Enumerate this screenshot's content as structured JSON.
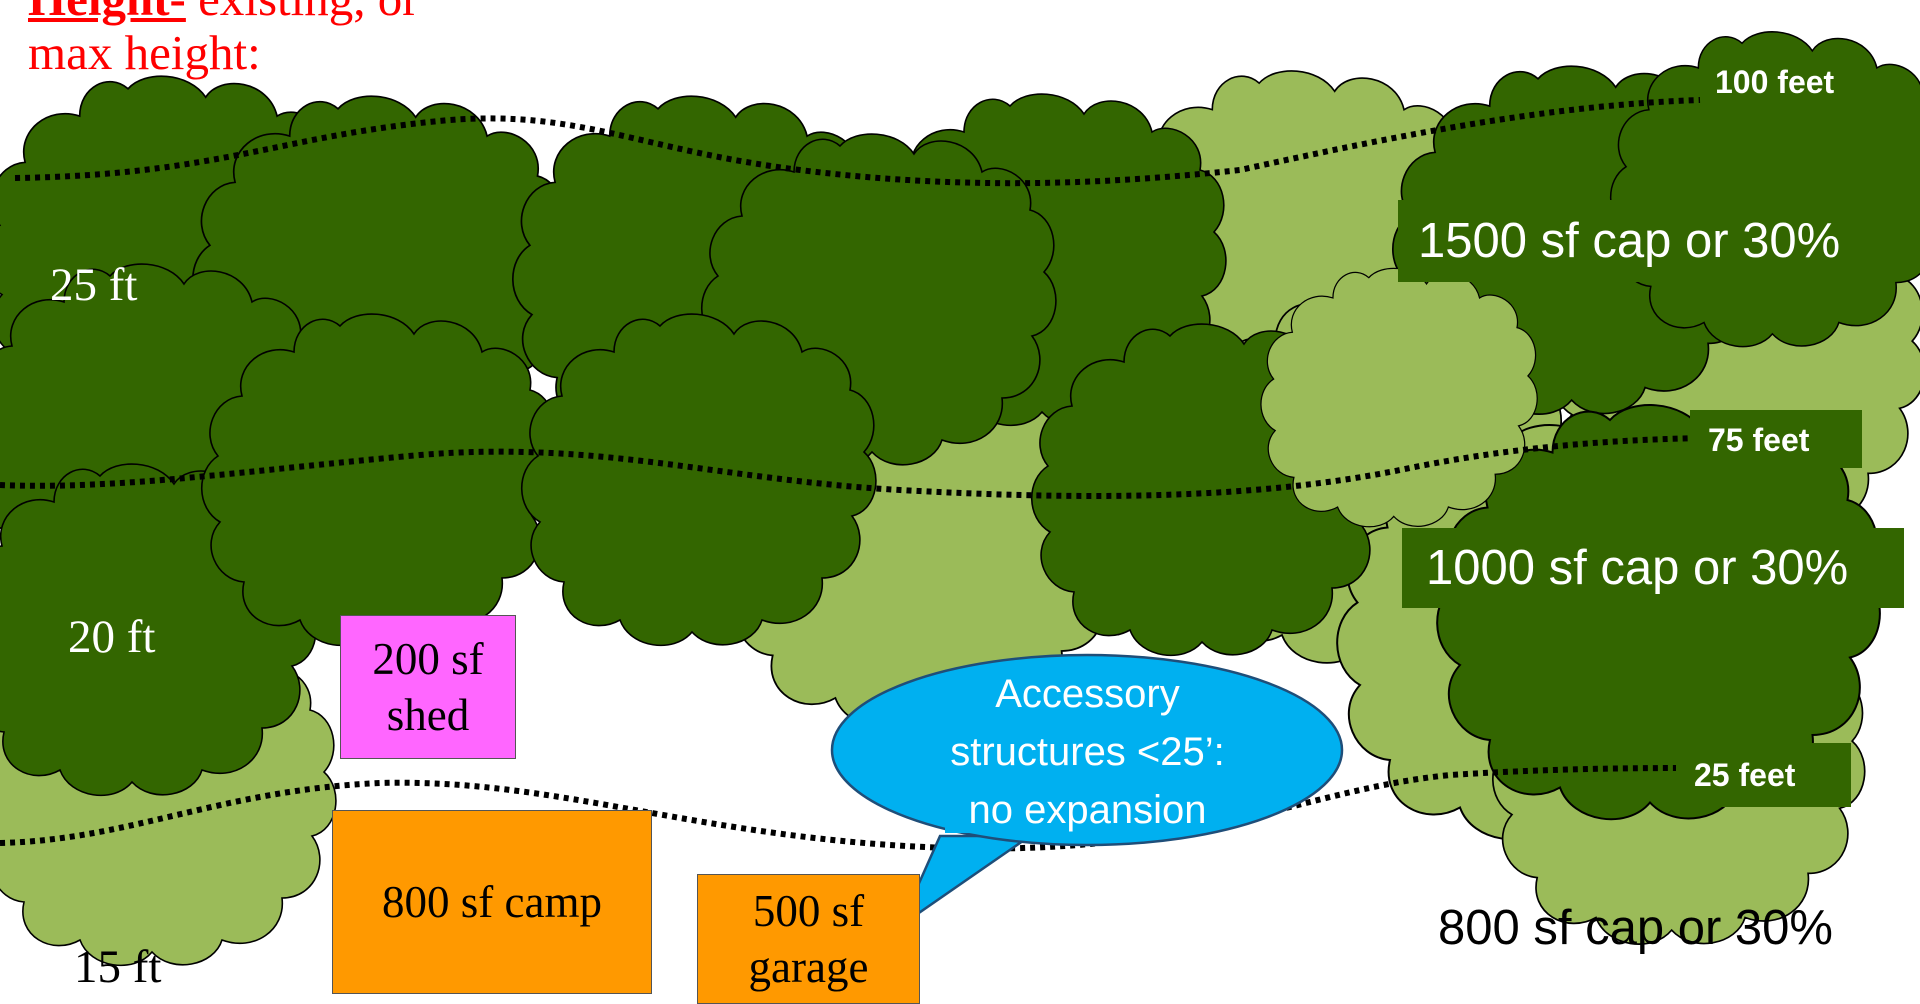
{
  "heading": {
    "bold_label": "Height-",
    "text_line1": " existing, or",
    "text_line2": "max height:"
  },
  "zone_labels": {
    "top": "25 ft",
    "middle": "20 ft",
    "bottom": "15 ft"
  },
  "distance_labels": {
    "d100": "100 feet",
    "d75": "75 feet",
    "d25": "25 feet"
  },
  "caps": {
    "cap_100": "1500 sf cap or 30%",
    "cap_75": "1000 sf cap or 30%",
    "cap_25": "800 sf cap or 30%"
  },
  "buildings": {
    "shed_line1": "200 sf",
    "shed_line2": "shed",
    "camp": "800 sf camp",
    "garage_line1": "500 sf",
    "garage_line2": "garage"
  },
  "callout": {
    "line1": "Accessory",
    "line2": "structures <25’:",
    "line3": "no expansion"
  },
  "colors": {
    "dark_tree": "#336600",
    "light_tree": "#9bbb59",
    "heading": "#ff0000",
    "shed": "#ff66ff",
    "camp": "#ff9900",
    "callout": "#00b0f0"
  },
  "icons": {
    "tree": "tree-canopy-icon",
    "callout": "speech-bubble-icon"
  }
}
